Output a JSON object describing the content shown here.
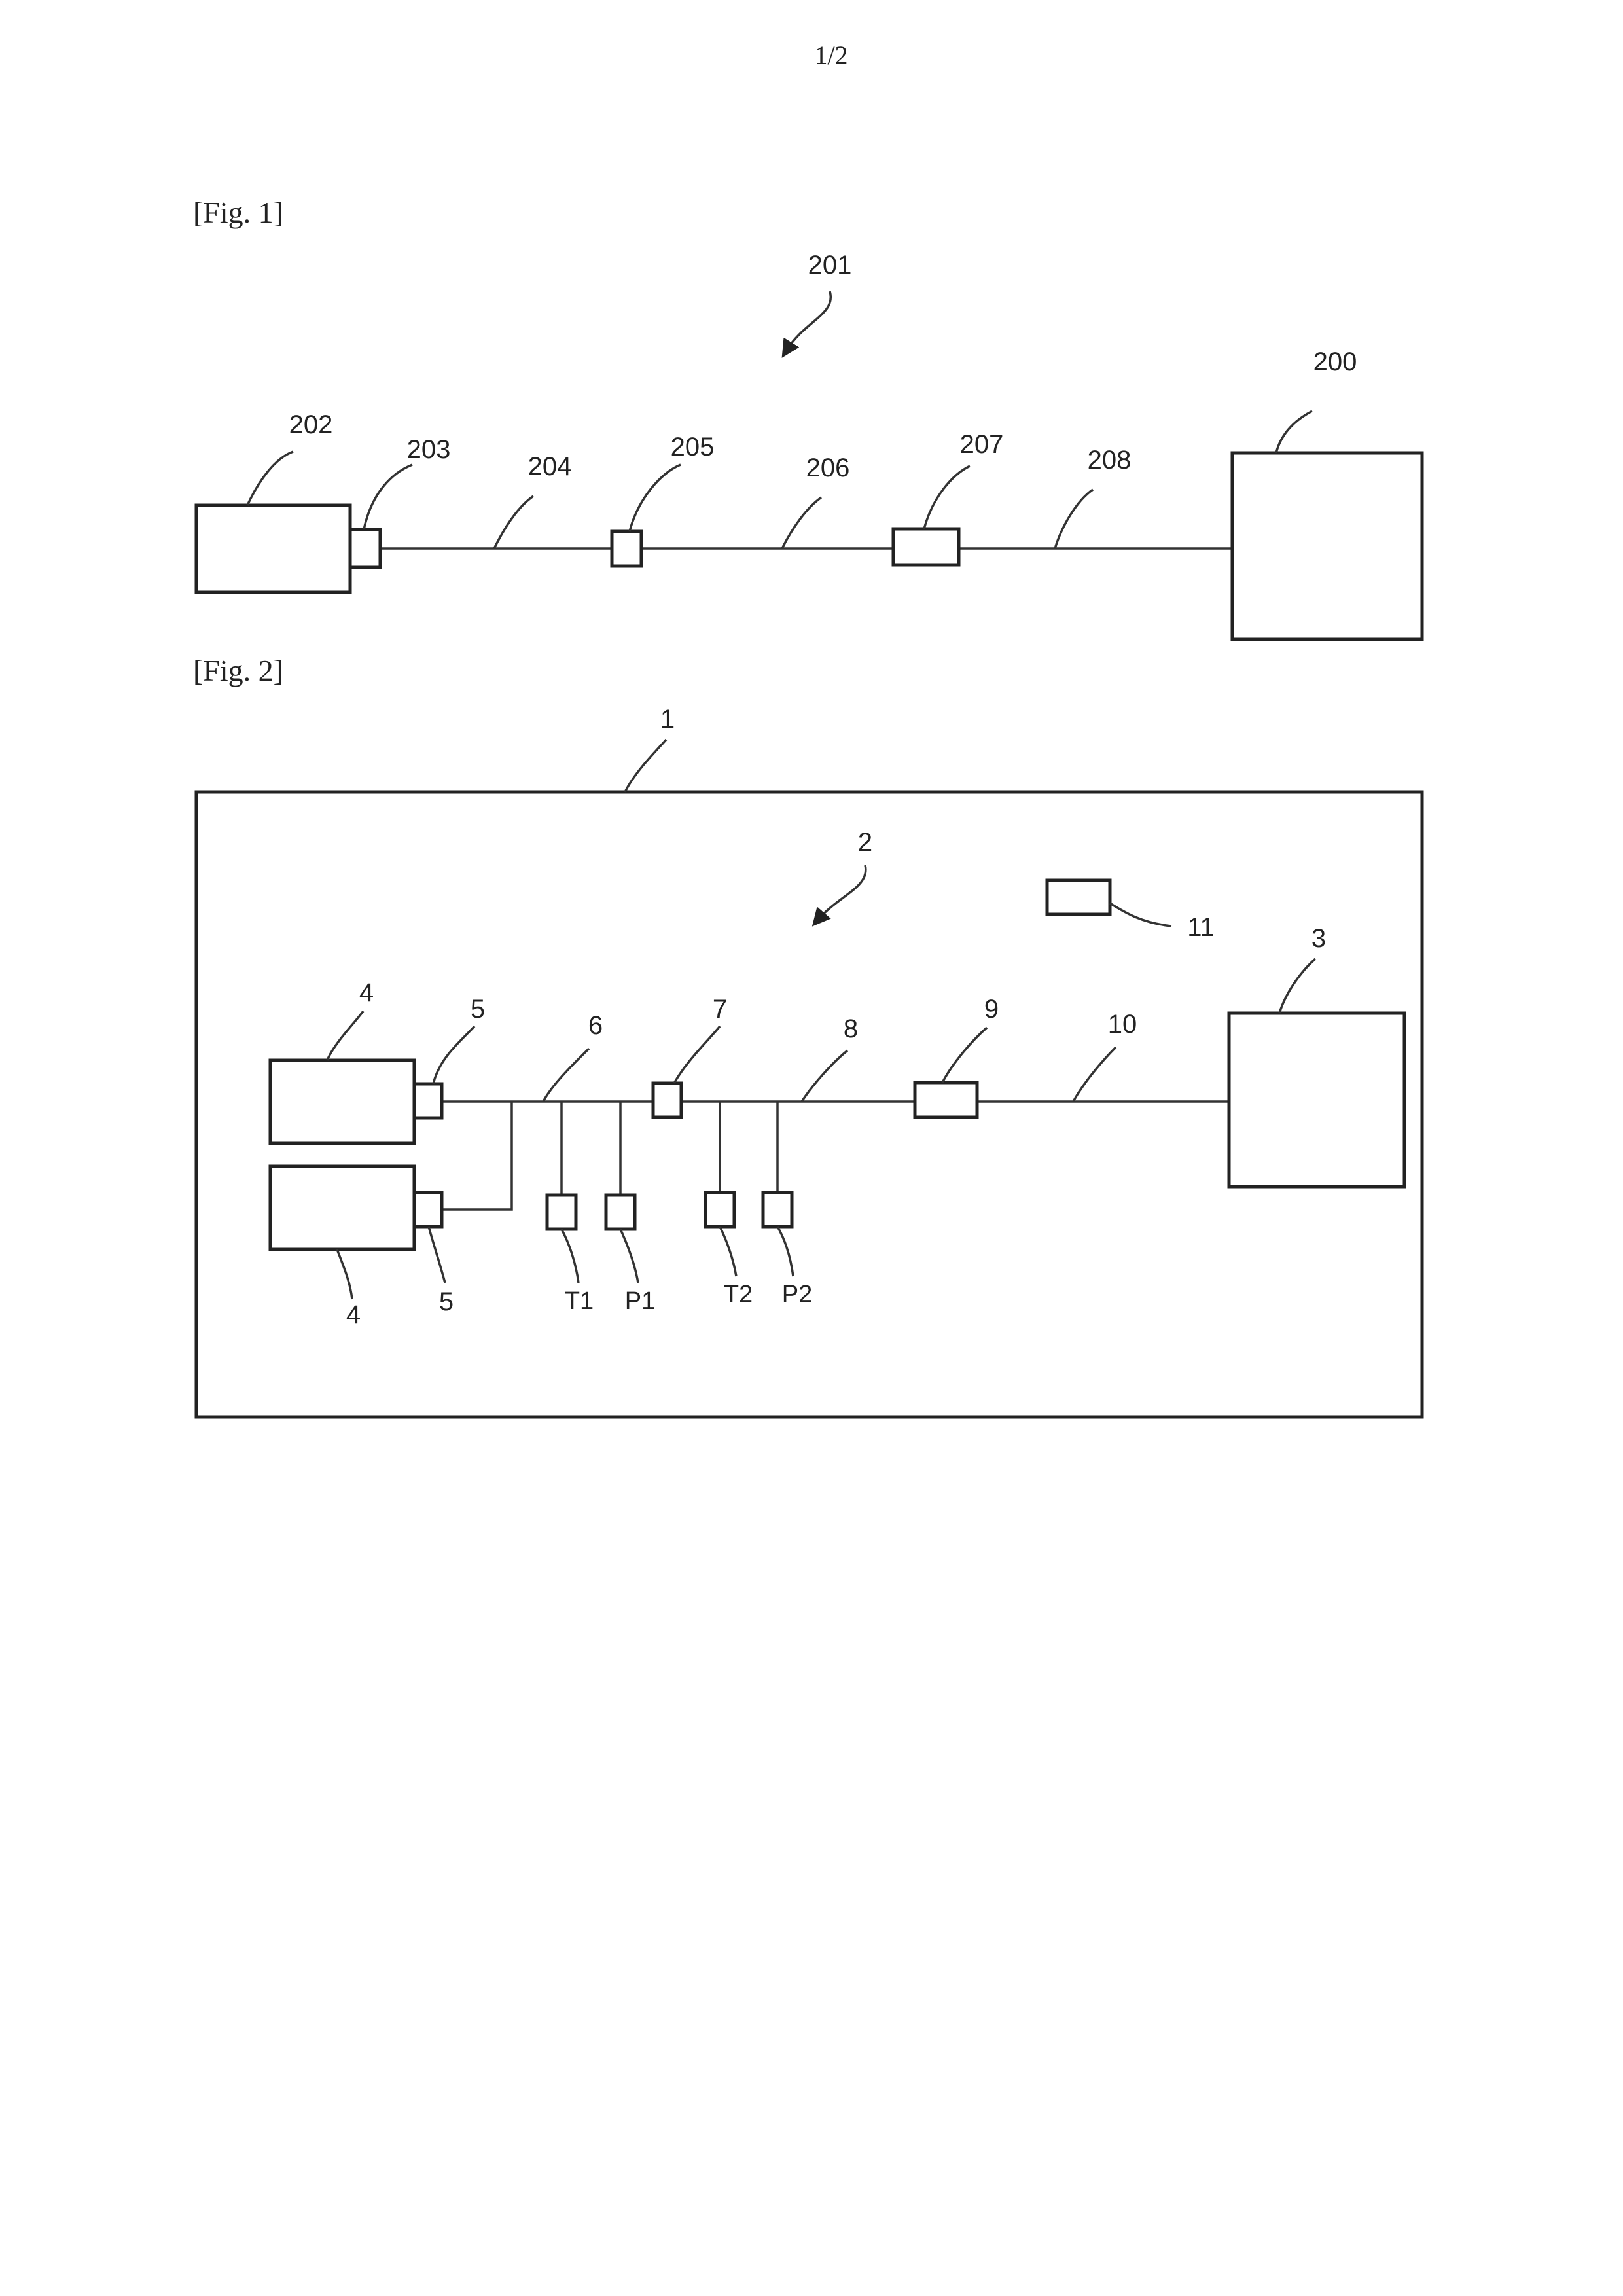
{
  "page": {
    "number": "1/2"
  },
  "fig1": {
    "caption": "[Fig. 1]",
    "labels": {
      "system": "201",
      "unit_left": "202",
      "connector": "203",
      "line_a": "204",
      "valve": "205",
      "line_b": "206",
      "inline_device": "207",
      "line_c": "208",
      "unit_right": "200"
    }
  },
  "fig2": {
    "caption": "[Fig. 2]",
    "labels": {
      "enclosure": "1",
      "system": "2",
      "unit_right": "3",
      "unit_upper": "4",
      "unit_lower": "4",
      "connector_upper": "5",
      "connector_lower": "5",
      "line_a": "6",
      "valve": "7",
      "line_b": "8",
      "inline_device": "9",
      "line_c": "10",
      "controller": "11",
      "sensor_t1": "T1",
      "sensor_p1": "P1",
      "sensor_t2": "T2",
      "sensor_p2": "P2"
    }
  }
}
